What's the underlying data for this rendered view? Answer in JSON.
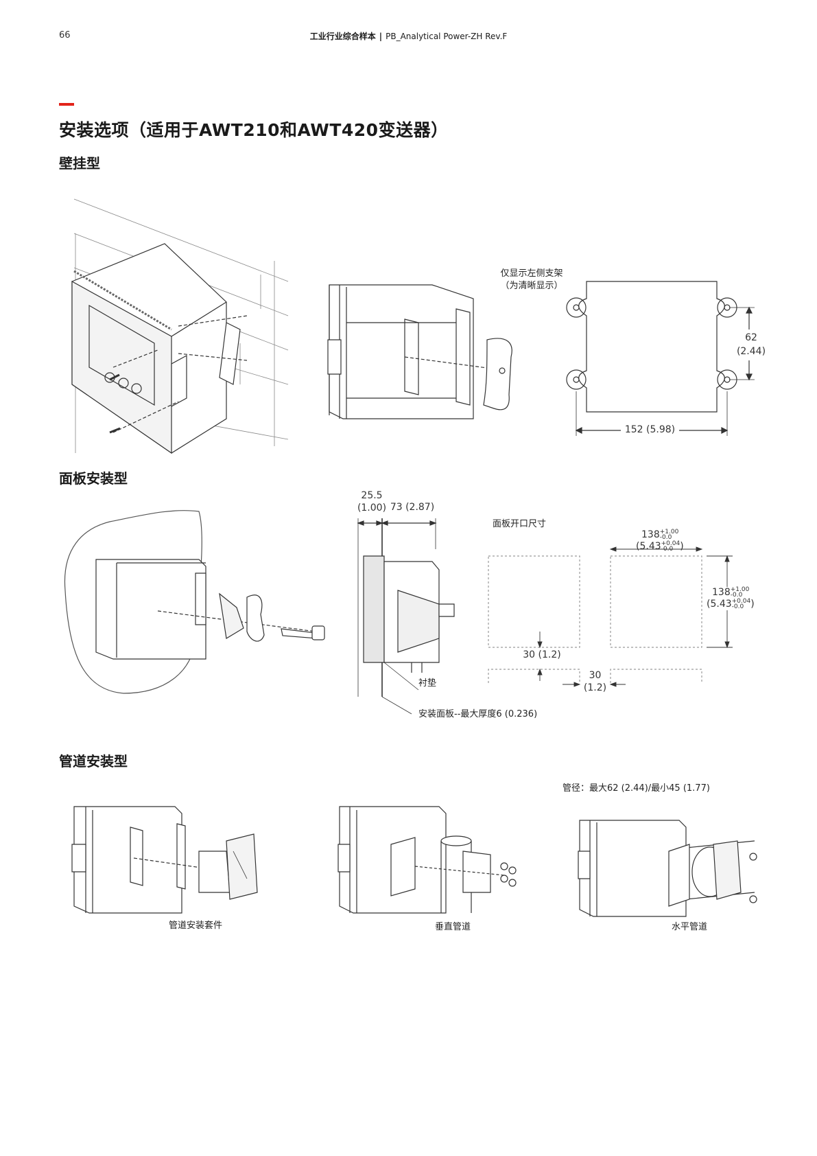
{
  "header": {
    "page_number": "66",
    "title_bold": "工业行业综合样本",
    "separator": "|",
    "doc_id": "PB_Analytical Power-ZH Rev.F"
  },
  "colors": {
    "accent": "#e2231a",
    "line": "#333333",
    "dashed": "#9a9a9a"
  },
  "page_title": "安装选项（适用于AWT210和AWT420变送器）",
  "wall_mount": {
    "heading": "壁挂型",
    "note_line1": "仅显示左侧支架",
    "note_line2": "（为清晰显示）",
    "dim_height": "62",
    "dim_height_in": "(2.44)",
    "dim_width": "152 (5.98)"
  },
  "panel_mount": {
    "heading": "面板安装型",
    "dim_depth_a": "25.5",
    "dim_depth_a_in": "(1.00)",
    "dim_depth_b": "73 (2.87)",
    "cutout_label": "面板开口尺寸",
    "cutout_w": "138",
    "cutout_w_tol_plus": "+1.00",
    "cutout_w_tol_minus": "-0.0",
    "cutout_w_in": "(5.43",
    "cutout_w_in_tol_plus": "+0.04",
    "cutout_w_in_tol_minus": "-0.0",
    "cutout_w_in_close": ")",
    "cutout_h": "138",
    "cutout_h_tol_plus": "+1.00",
    "cutout_h_tol_minus": "-0.0",
    "cutout_h_in": "(5.43",
    "cutout_h_in_tol_plus": "+0.04",
    "cutout_h_in_tol_minus": "-0.0",
    "cutout_h_in_close": ")",
    "spacing_v": "30 (1.2)",
    "spacing_h": "30",
    "spacing_h_in": "(1.2)",
    "gasket_label": "衬垫",
    "panel_label": "安装面板--最大厚度6 (0.236)"
  },
  "pipe_mount": {
    "heading": "管道安装型",
    "pipe_diameter": "管径：最大62 (2.44)/最小45 (1.77)",
    "captions": [
      "管道安装套件",
      "垂直管道",
      "水平管道"
    ]
  }
}
